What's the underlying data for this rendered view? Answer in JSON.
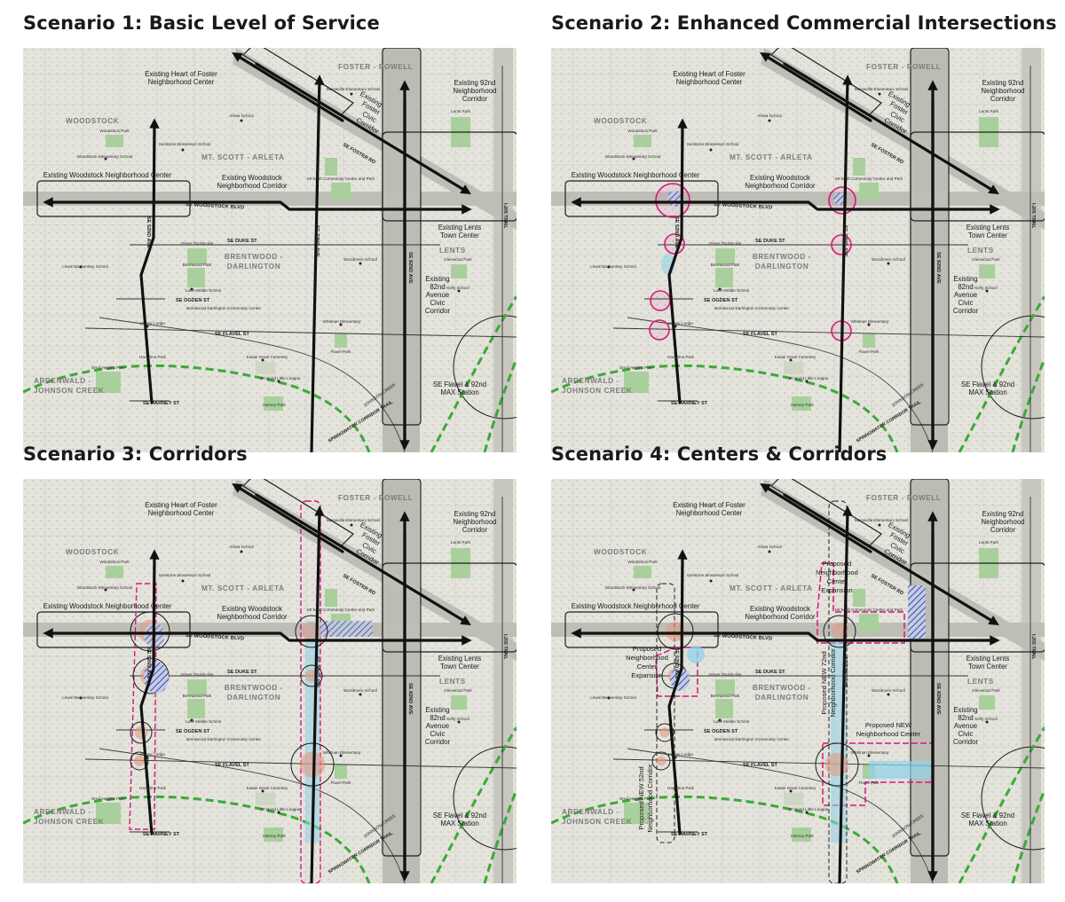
{
  "panels": [
    {
      "title": "Scenario 1: Basic Level of Service"
    },
    {
      "title": "Scenario 2: Enhanced Commercial Intersections"
    },
    {
      "title": "Scenario 3: Corridors"
    },
    {
      "title": "Scenario 4: Centers & Corridors"
    }
  ],
  "map": {
    "neighborhoods": {
      "foster_powell": "FOSTER - POWELL",
      "woodstock": "WOODSTOCK",
      "mt_scott": "MT. SCOTT - ARLETA",
      "brentwood1": "BRENTWOOD -",
      "brentwood2": "DARLINGTON",
      "lents": "LENTS",
      "ardenwald1": "ARDENWALD -",
      "ardenwald2": "JOHNSON CREEK"
    },
    "centers": {
      "heart_foster1": "Existing Heart of Foster",
      "heart_foster2": "Neighborhood Center",
      "woodstock_center": "Existing Woodstock Neighborhood Center",
      "woodstock_corr1": "Existing Woodstock",
      "woodstock_corr2": "Neighborhood Corridor",
      "foster_civic1": "Existing",
      "foster_civic2": "Foster",
      "foster_civic3": "Civic",
      "foster_civic4": "Corridor",
      "ninety2_1": "Existing 92nd",
      "ninety2_2": "Neighborhood",
      "ninety2_3": "Corridor",
      "lents1": "Existing Lents",
      "lents2": "Town Center",
      "ave82_1": "Existing",
      "ave82_2": "82nd",
      "ave82_3": "Avenue",
      "ave82_4": "Civic",
      "ave82_5": "Corridor",
      "max1": "SE Flavel & 92nd",
      "max2": "MAX Station"
    },
    "streets": {
      "se52": "SE 52ND AVE",
      "se72": "SE 72ND AVE",
      "se82": "SE 82ND AVE",
      "i205": "I-205 TRAIL",
      "woodstock_blvd": "SE WOODSTOCK BLVD",
      "foster_rd": "SE FOSTER RD",
      "duke": "SE DUKE ST",
      "ogden": "SE OGDEN ST",
      "flavel": "SE FLAVEL ST",
      "harney": "SE HARNEY ST",
      "springwater": "SPRINGWATER CORRIDOR TRAIL",
      "johnson_creek": "JOHNSON CREEK"
    },
    "places": {
      "woodstock_park": "Woodstock Park",
      "woodstock_elem": "Woodstock Elementary School",
      "sunstone": "Sunstone Montessori School",
      "arleta": "Arleta School",
      "marysville": "Marysville Elementary School",
      "lents_park": "Lents Park",
      "mt_scott_cc": "Mt Scott Community Center and Park",
      "lewis": "Lewis Elementary School",
      "green_thumb": "Green Thumb site",
      "brentwood_park": "Brentwood Park",
      "lane_ms": "Lane Middle School",
      "bd_cc": "Brentwood-Darlington Community Center",
      "moose": "Moose Lodge",
      "whitman": "Whitman Elementary",
      "flavel_park": "Flavel Park",
      "woodmere": "Woodmere School",
      "glenwood": "Glenwood Park",
      "kelly": "Kelly School",
      "errol": "Errol Heights Park",
      "hazeltine": "Hazeltine Park",
      "kasair": "Kasair Israel Cemetery",
      "mthood": "Mt Hood Little League",
      "harney_park": "Harney Park"
    },
    "proposals": {
      "s4_72center1": "Proposed",
      "s4_72center2": "Neighborhood",
      "s4_72center3": "Center",
      "s4_72center4": "Expansion",
      "s4_52center1": "Proposed",
      "s4_52center2": "Neighborhood",
      "s4_52center3": "Center",
      "s4_52center4": "Expansion",
      "s4_72corr1": "Proposed NEW 72nd",
      "s4_72corr2": "Neighborhood Corridor",
      "s4_new_center1": "Proposed NEW",
      "s4_new_center2": "Neighborhood Center",
      "s4_52corr1": "Proposed NEW 52nd",
      "s4_52corr2": "Neighborhood Corridor"
    }
  },
  "colors": {
    "map_bg": "#e4e3dc",
    "park": "#a9cf9c",
    "route": "#111111",
    "trail": "#3aaa35",
    "proposal": "#d6187c",
    "water": "#8fd3ea",
    "hatch": "#3d4fa0",
    "commercial": "#e19a84"
  }
}
